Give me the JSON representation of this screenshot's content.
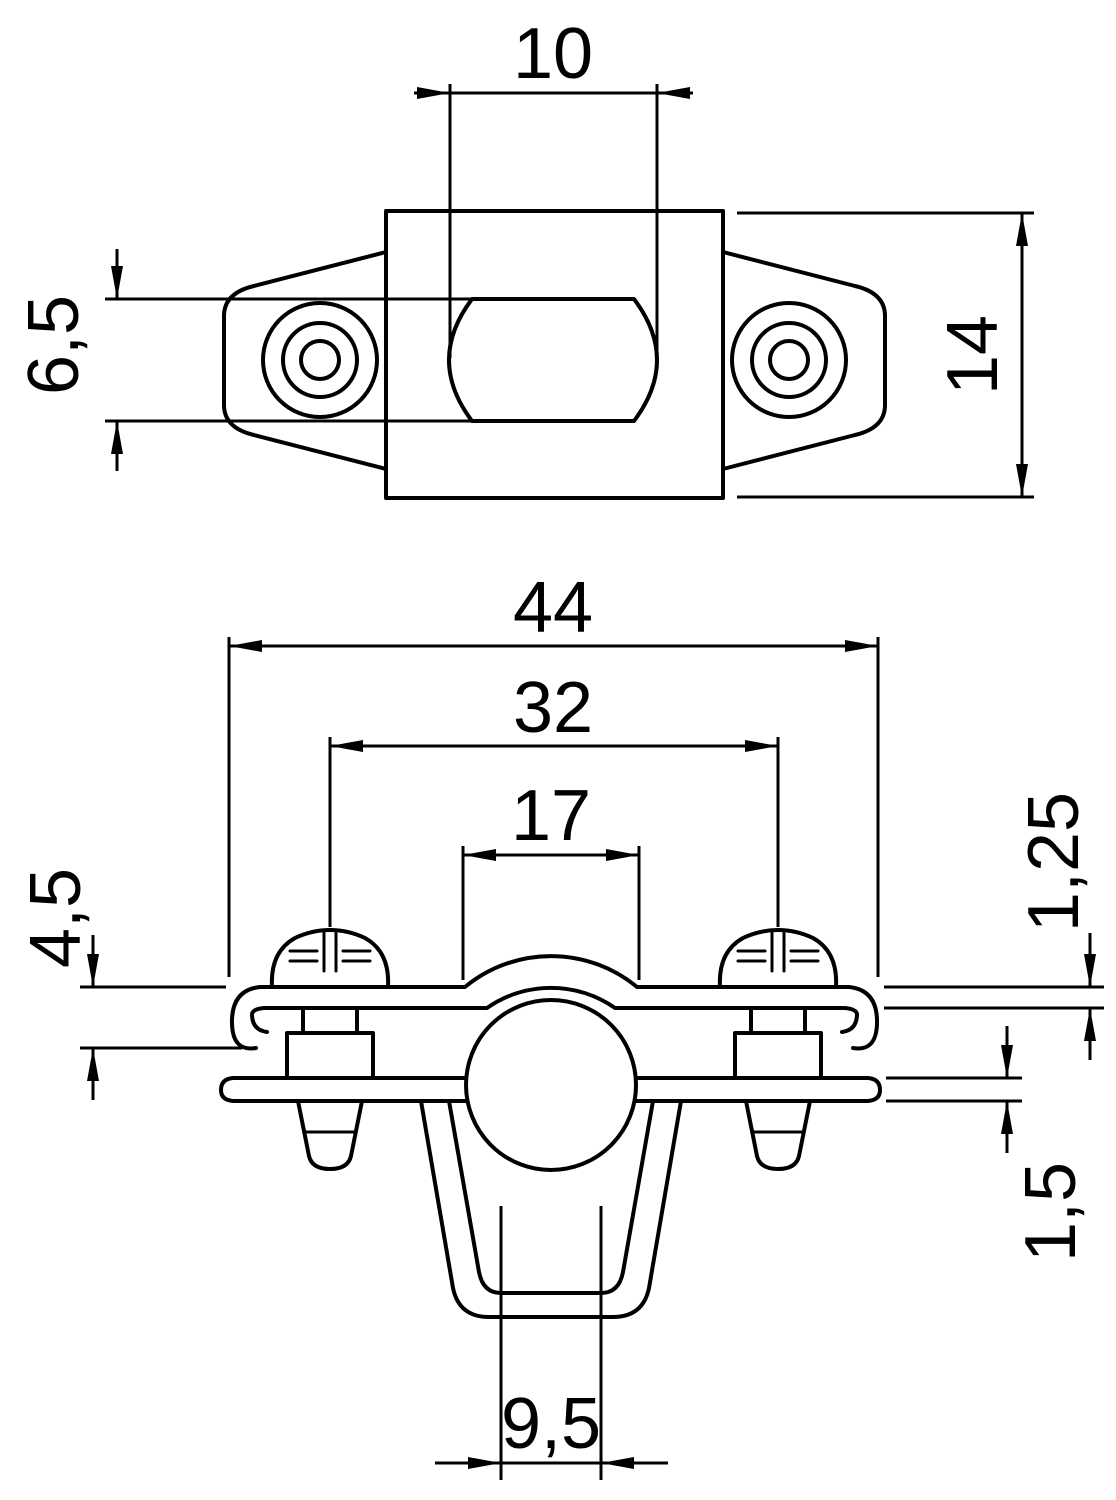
{
  "drawing": {
    "colors": {
      "line": "#000000",
      "background": "#ffffff"
    },
    "top_view": {
      "slot_width": "10",
      "slot_height": "6,5",
      "body_height": "14"
    },
    "front_view": {
      "overall_width": "44",
      "screw_spacing": "32",
      "saddle_width": "17",
      "end_offset": "4,5",
      "upper_sheet_thickness": "1,25",
      "lower_sheet_thickness": "1,5",
      "loop_opening": "9,5"
    }
  }
}
